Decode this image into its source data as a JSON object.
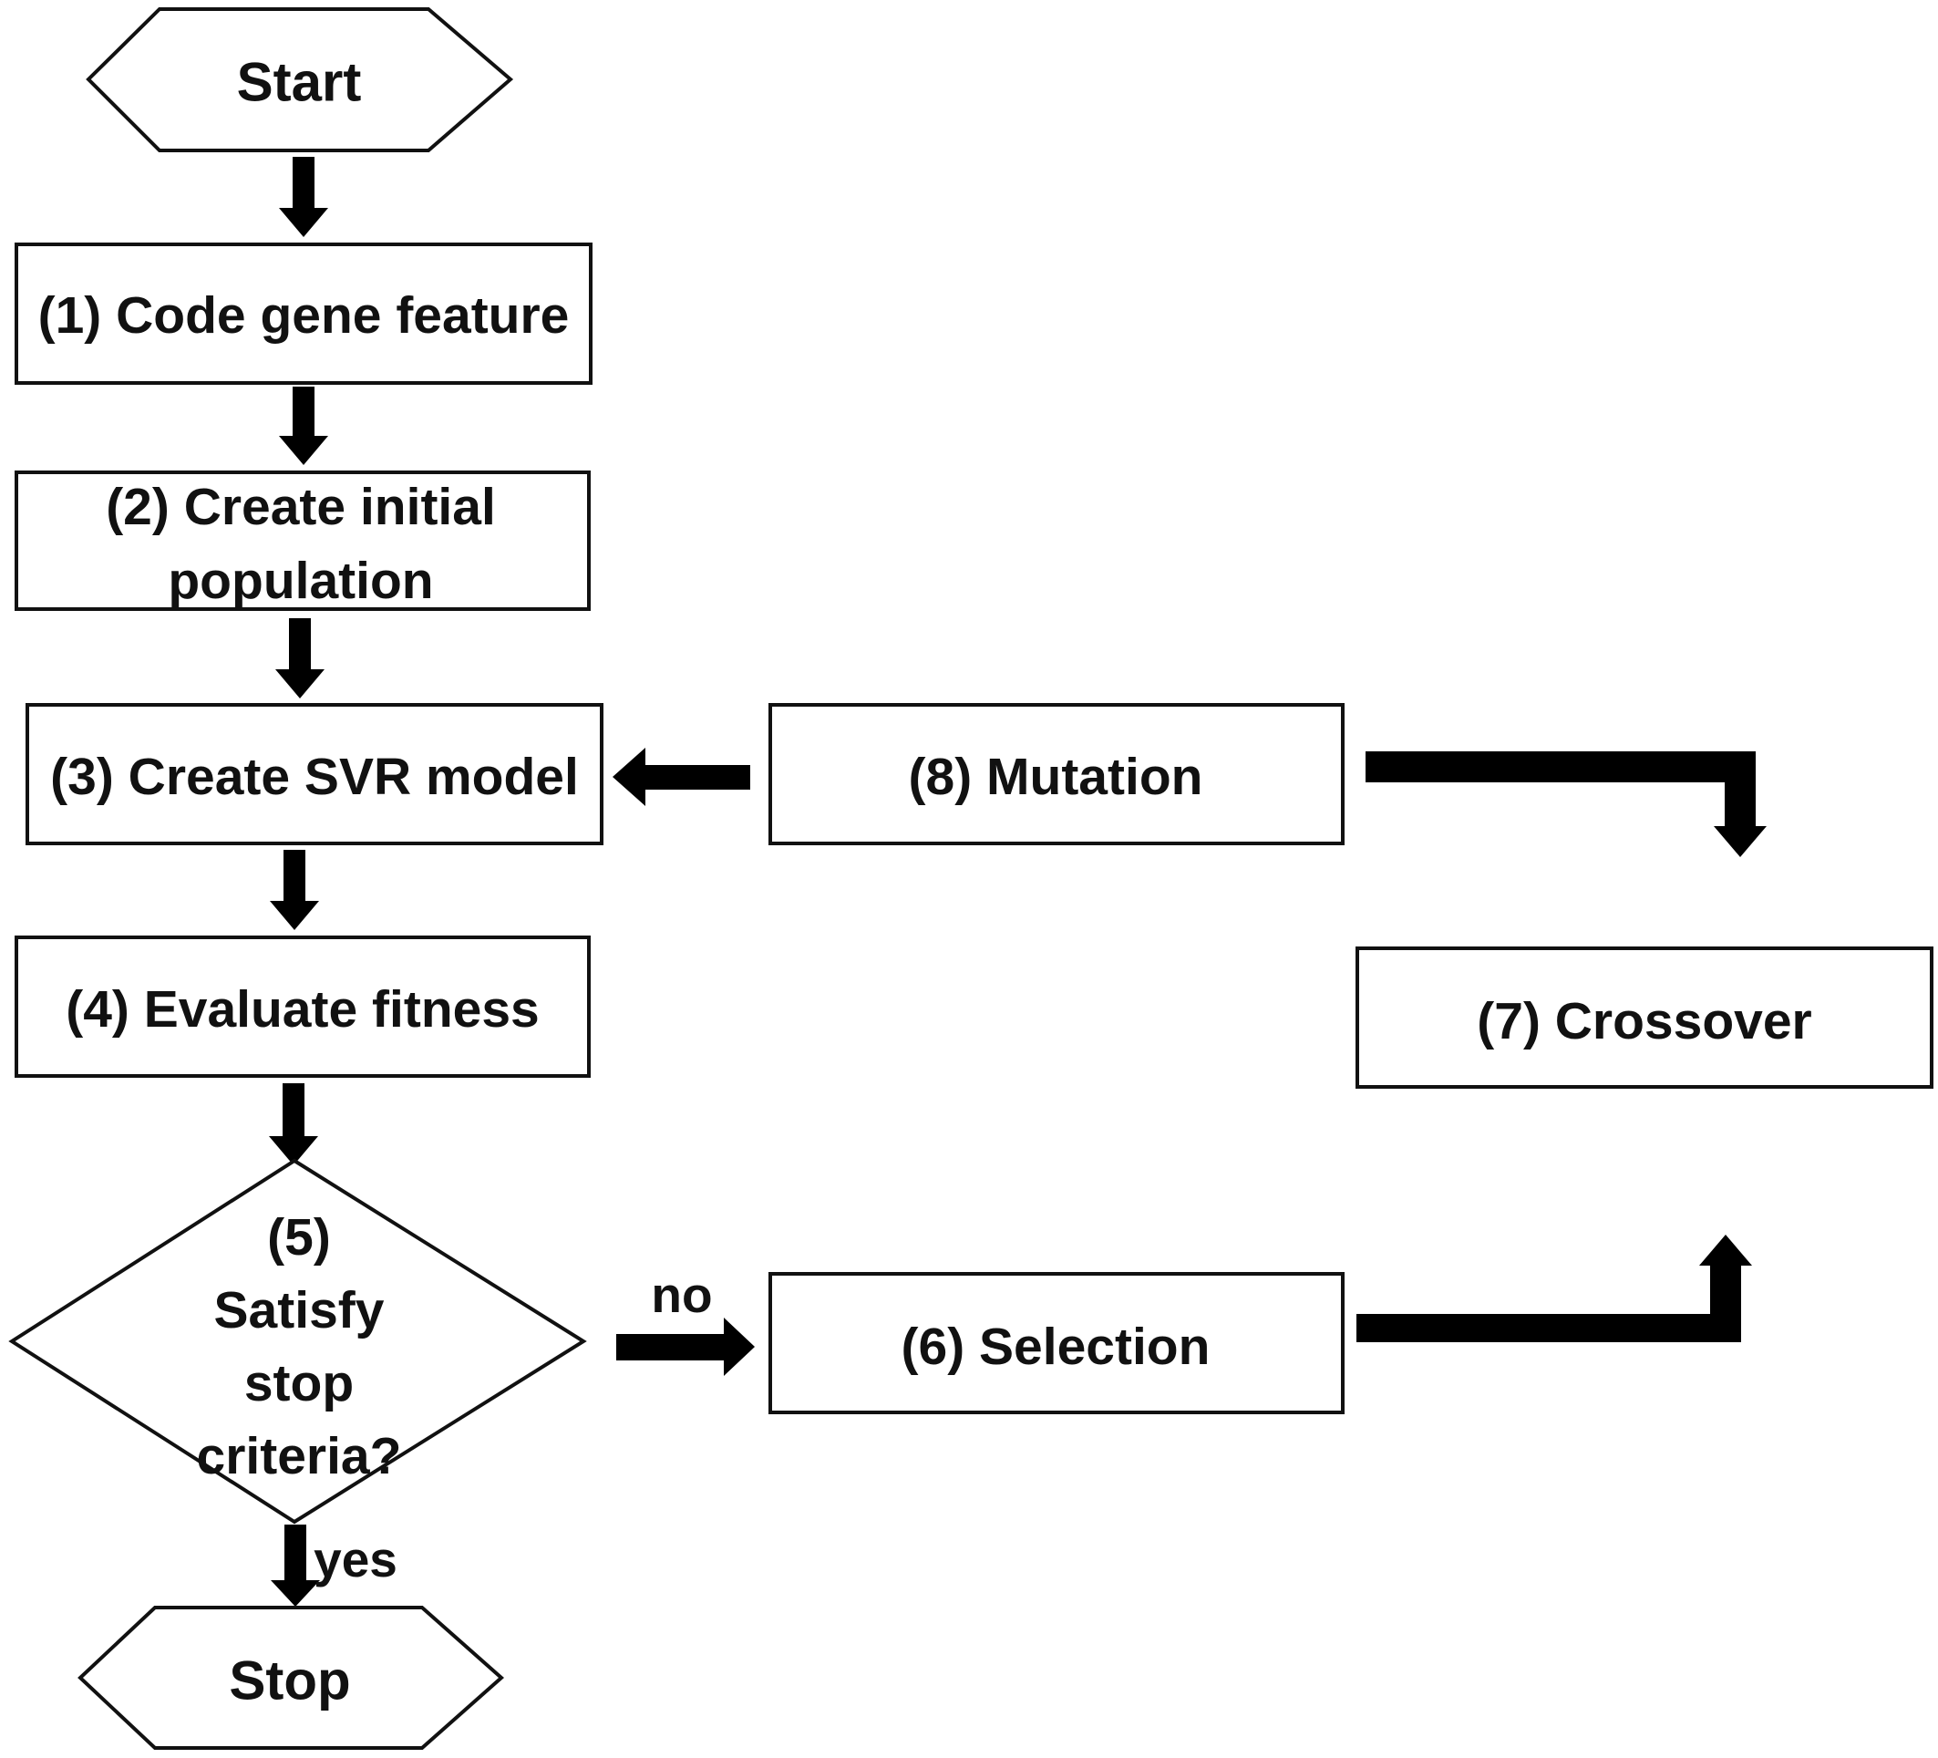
{
  "nodes": {
    "start": "Start",
    "step1": "(1) Code gene feature",
    "step2_line1": "(2) Create initial",
    "step2_line2": "population",
    "step3": "(3) Create SVR model",
    "step4": "(4) Evaluate fitness",
    "step5_line1": "(5)",
    "step5_line2": "Satisfy",
    "step5_line3": "stop",
    "step5_line4": "criteria?",
    "step6": "(6) Selection",
    "step7": "(7) Crossover",
    "step8": "(8) Mutation",
    "stop": "Stop"
  },
  "edge_labels": {
    "no": "no",
    "yes": "yes"
  },
  "colors": {
    "stroke": "#111111",
    "arrow": "#000000",
    "background": "#ffffff"
  }
}
